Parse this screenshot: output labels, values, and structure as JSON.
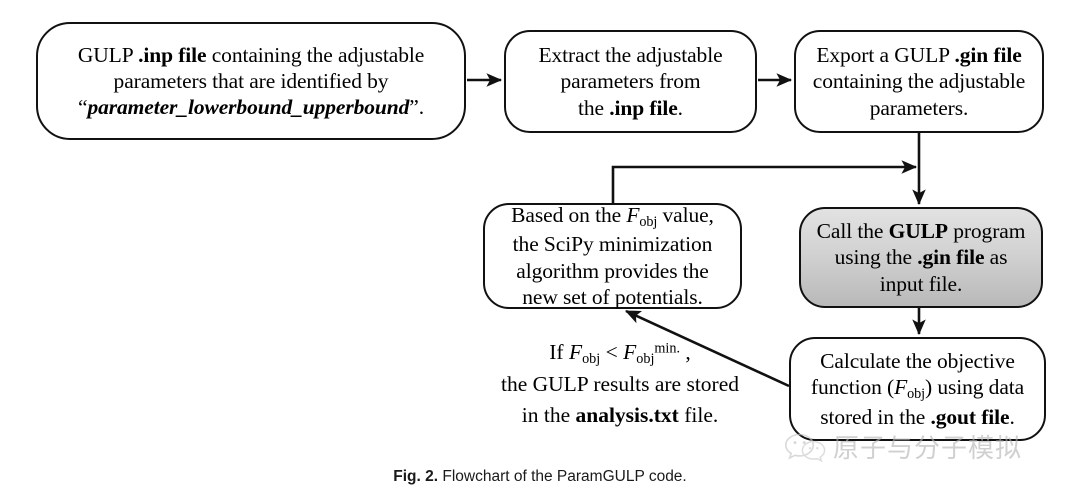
{
  "figure": {
    "caption_lead": "Fig. 2.",
    "caption_text": " Flowchart of the ParamGULP code."
  },
  "flowchart": {
    "type": "flowchart",
    "nodes": [
      {
        "id": "inp-file",
        "name": "gulp-inp-file-node",
        "style": "rounded-rect",
        "fill": "#ffffff",
        "line1_a": "GULP ",
        "line1_b": ".inp file",
        "line1_c": " containing the adjustable",
        "line2": "parameters that are identified by",
        "line3_quote_open": "“",
        "line3_em": "parameter_lowerbound_upperbound",
        "line3_quote_close": "”.",
        "plain": "GULP .inp file containing the adjustable parameters that are identified by “parameter_lowerbound_upperbound”."
      },
      {
        "id": "extract",
        "name": "extract-parameters-node",
        "style": "rounded-rect",
        "fill": "#ffffff",
        "line1": "Extract the adjustable",
        "line2": "parameters from",
        "line3_a": "the ",
        "line3_b": ".inp file",
        "line3_c": ".",
        "plain": "Extract the adjustable parameters from the .inp file."
      },
      {
        "id": "export",
        "name": "export-gin-file-node",
        "style": "rounded-rect",
        "fill": "#ffffff",
        "line1_a": "Export a GULP ",
        "line1_b": ".gin file",
        "line2": "containing the adjustable",
        "line3": "parameters.",
        "plain": "Export a GULP .gin file containing the adjustable parameters."
      },
      {
        "id": "scipy",
        "name": "scipy-minimization-node",
        "style": "rounded-rect",
        "fill": "#ffffff",
        "line1_a": "Based on the ",
        "line1_sym": "F",
        "line1_sub": "obj",
        "line1_b": " value,",
        "line2": "the SciPy minimization",
        "line3": "algorithm provides the",
        "line4": "new set of potentials.",
        "plain": "Based on the Fobj value, the SciPy minimization algorithm provides the new set of potentials."
      },
      {
        "id": "call-gulp",
        "name": "call-gulp-program-node",
        "style": "rounded-rect",
        "fill": "#d2d2d2",
        "line1_a": "Call the ",
        "line1_b": "GULP",
        "line1_c": " program",
        "line2_a": "using the ",
        "line2_b": ".gin file",
        "line2_c": " as",
        "line3": "input file.",
        "plain": "Call the GULP program using the .gin file as input file."
      },
      {
        "id": "calculate",
        "name": "calculate-objective-function-node",
        "style": "rounded-rect",
        "fill": "#ffffff",
        "line1": "Calculate the objective",
        "line2_a": "function (",
        "line2_sym": "F",
        "line2_sub": "obj",
        "line2_b": ") using data",
        "line3_a": "stored in the ",
        "line3_b": ".gout file",
        "line3_c": ".",
        "plain": "Calculate the objective function (Fobj) using data stored in the .gout file."
      }
    ],
    "condition_label": {
      "name": "objective-condition-label",
      "line1_a": "If ",
      "line1_sym1": "F",
      "line1_sub1": "obj",
      "line1_op": " < ",
      "line1_sym2": "F",
      "line1_sub2": "obj",
      "line1_sup2": "min.",
      "line1_end": " ,",
      "line2": "the GULP results are stored",
      "line3_a": "in the ",
      "line3_b": "analysis.txt",
      "line3_c": " file.",
      "plain": "If Fobj < Fobj min. , the GULP results are stored in the analysis.txt file."
    },
    "edges": [
      {
        "name": "edge-inp-to-extract",
        "from": "inp-file",
        "to": "extract",
        "direction": "right"
      },
      {
        "name": "edge-extract-to-export",
        "from": "extract",
        "to": "export",
        "direction": "right"
      },
      {
        "name": "edge-export-to-call-gulp",
        "from": "export",
        "to": "call-gulp",
        "direction": "down"
      },
      {
        "name": "edge-scipy-to-call-gulp",
        "from": "scipy",
        "to": "call-gulp",
        "direction": "up-right-feedback"
      },
      {
        "name": "edge-call-gulp-to-calculate",
        "from": "call-gulp",
        "to": "calculate",
        "direction": "down"
      },
      {
        "name": "edge-calculate-to-scipy",
        "from": "calculate",
        "to": "scipy",
        "direction": "diagonal-up-left"
      }
    ],
    "colors": {
      "stroke": "#111111",
      "node_fill": "#ffffff",
      "highlight_fill": "#d2d2d2",
      "background": "#ffffff"
    }
  },
  "watermark": {
    "name": "wechat-watermark",
    "icon": "wechat-icon",
    "text": "原子与分子模拟"
  }
}
